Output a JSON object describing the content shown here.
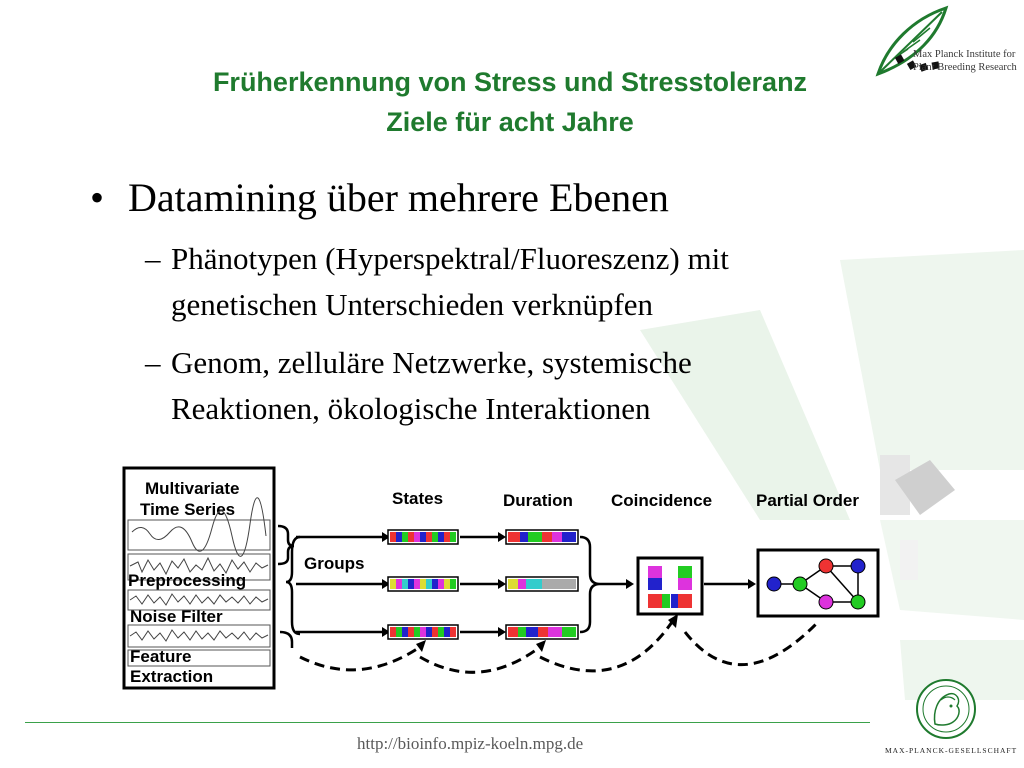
{
  "title": {
    "line1": "Früherkennung von Stress und Stresstoleranz",
    "line2": "Ziele für acht Jahre"
  },
  "logo": {
    "institute_line1": "Max Planck Institute for",
    "institute_line2": "Plant Breeding Research"
  },
  "bullet": {
    "symbol": "•",
    "text": "Datamining über mehrere Ebenen"
  },
  "sub_items": [
    {
      "dash": "–",
      "line1": "Phänotypen (Hyperspektral/Fluoreszenz) mit",
      "line2": "genetischen Unterschieden verknüpfen"
    },
    {
      "dash": "–",
      "line1": "Genom, zelluläre Netzwerke, systemische",
      "line2": "Reaktionen, ökologische Interaktionen"
    }
  ],
  "diagram": {
    "multivariate": "Multivariate",
    "time_series": "Time Series",
    "preprocessing": "Preprocessing",
    "noise_filter": "Noise Filter",
    "feature": "Feature",
    "extraction": "Extraction",
    "groups": "Groups",
    "states": "States",
    "duration": "Duration",
    "coincidence": "Coincidence",
    "partial_order": "Partial Order"
  },
  "footer": {
    "url": "http://bioinfo.mpiz-koeln.mpg.de",
    "mpg": "MAX-PLANCK-GESELLSCHAFT"
  },
  "colors": {
    "title": "#1f7a2e",
    "accent_green": "#3aa14a"
  }
}
